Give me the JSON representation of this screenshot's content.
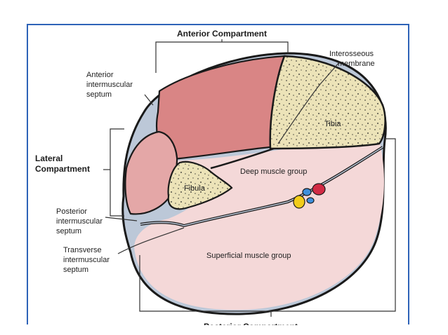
{
  "labels": {
    "anterior_compartment": "Anterior Compartment",
    "interosseous_1": "Interosseous",
    "interosseous_2": "membrane",
    "anterior_septum_1": "Anterior",
    "anterior_septum_2": "intermuscular",
    "anterior_septum_3": "septum",
    "tibia": "Tibia",
    "lateral_1": "Lateral",
    "lateral_2": "Compartment",
    "deep_group": "Deep muscle group",
    "fibula": "Fibula",
    "posterior_septum_1": "Posterior",
    "posterior_septum_2": "intermuscular",
    "posterior_septum_3": "septum",
    "transverse_1": "Transverse",
    "transverse_2": "intermuscular",
    "transverse_3": "septum",
    "superficial_group": "Superficial muscle group",
    "posterior_compartment": "Posterior Compartment"
  },
  "colors": {
    "frame_border": "#2e63b8",
    "anterior_muscle": "#d98585",
    "lateral_muscle": "#e4a7a7",
    "posterior_muscle": "#f4d8d8",
    "bone": "#ece3b8",
    "septum": "#bcc8d8",
    "artery": "#d22a44",
    "veins": "#3d8fdc",
    "nerve": "#f2cc1a",
    "outline": "#1a1a1a"
  }
}
